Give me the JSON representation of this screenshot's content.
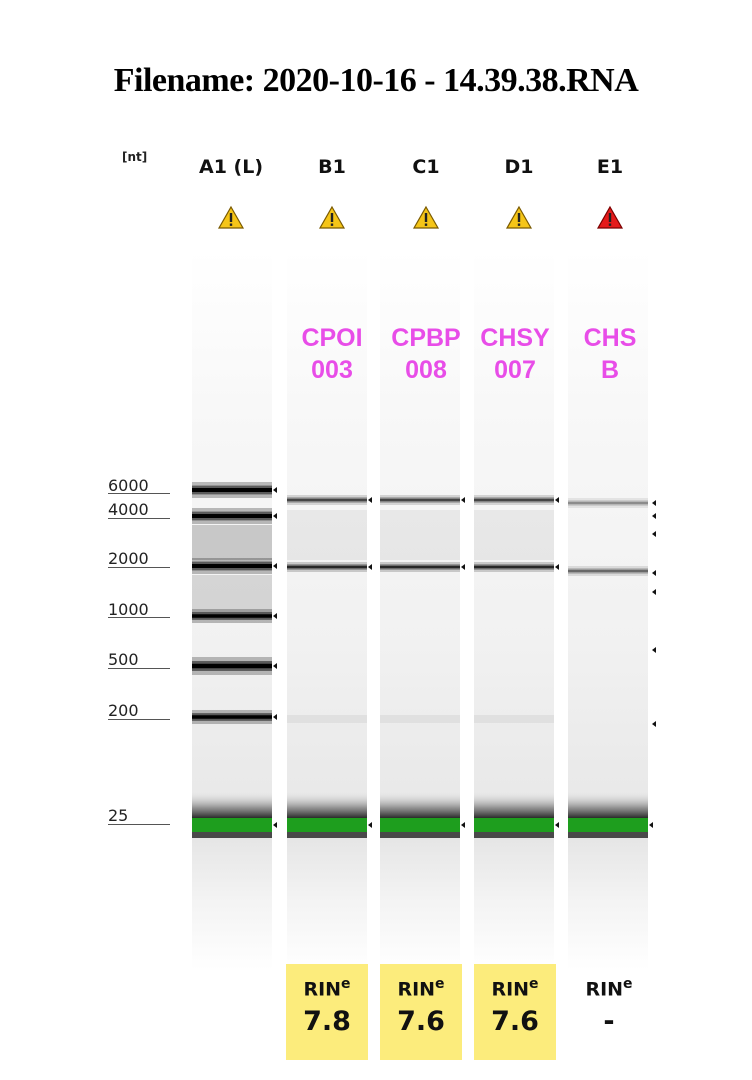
{
  "title": "Filename: 2020-10-16 - 14.39.38.RNA",
  "axis_unit": "[nt]",
  "ladder_marks": [
    "6000",
    "4000",
    "2000",
    "1000",
    "500",
    "200",
    "25"
  ],
  "lanes": [
    {
      "id": "A1 (L)",
      "warning": "yellow",
      "sample_line1": "",
      "sample_line2": "",
      "rin_label": "",
      "rin_value": ""
    },
    {
      "id": "B1",
      "warning": "yellow",
      "sample_line1": "CPOI",
      "sample_line2": "003",
      "rin_label": "RIN",
      "rin_value": "7.8"
    },
    {
      "id": "C1",
      "warning": "yellow",
      "sample_line1": "CPBP",
      "sample_line2": "008",
      "rin_label": "RIN",
      "rin_value": "7.6"
    },
    {
      "id": "D1",
      "warning": "yellow",
      "sample_line1": "CHSY",
      "sample_line2": "007",
      "rin_label": "RIN",
      "rin_value": "7.6"
    },
    {
      "id": "E1",
      "warning": "red",
      "sample_line1": "CHS",
      "sample_line2": "B",
      "rin_label": "RIN",
      "rin_value": "-"
    }
  ],
  "rin_superscript": "e",
  "colors": {
    "warning_yellow": "#f5c518",
    "warning_red": "#e51a1a",
    "sample_text": "#e84de8",
    "rin_highlight": "#fcec7c",
    "marker_band": "#1e9e1e"
  }
}
